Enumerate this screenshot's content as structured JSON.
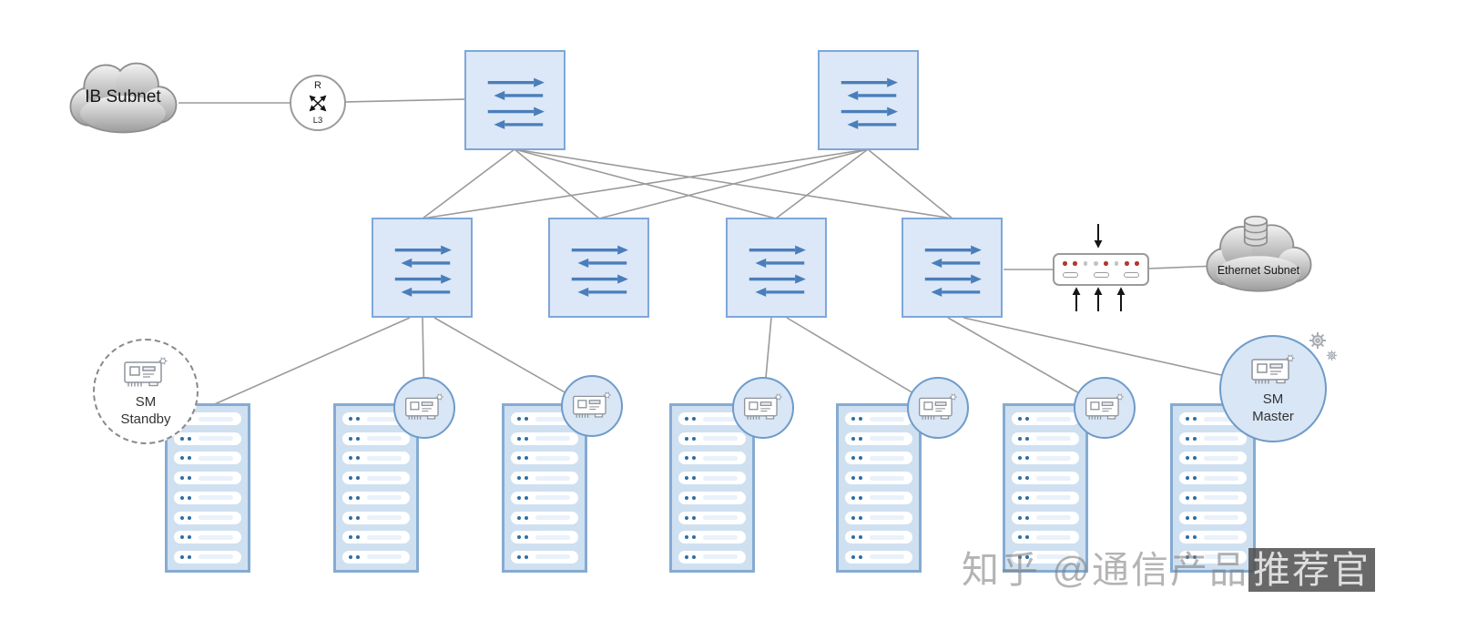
{
  "clouds": {
    "ib": {
      "label": "IB Subnet"
    },
    "ethernet": {
      "label": "Ethernet Subnet"
    }
  },
  "router": {
    "label_top": "R",
    "label_bottom": "L3"
  },
  "topology": {
    "spine_switch_count": 2,
    "leaf_switch_count": 4
  },
  "subnet_manager": {
    "standby": {
      "line1": "SM",
      "line2": "Standby"
    },
    "master": {
      "line1": "SM",
      "line2": "Master"
    }
  },
  "servers": {
    "count": 7,
    "slots_per_server": 8
  },
  "watermark": {
    "prefix": "知乎 @通信产品",
    "suffix": "推荐官"
  },
  "colors": {
    "switch_fill": "#dce8f7",
    "switch_border": "#7da7d9",
    "switch_arrow": "#4a7ebb",
    "server_fill": "#cfe0f1",
    "server_border": "#85abd2",
    "nic_circle_fill": "#d9e6f5",
    "nic_circle_border": "#6f9bc9",
    "connection_line": "#9a9a9a",
    "led_red": "#b03a2e"
  }
}
